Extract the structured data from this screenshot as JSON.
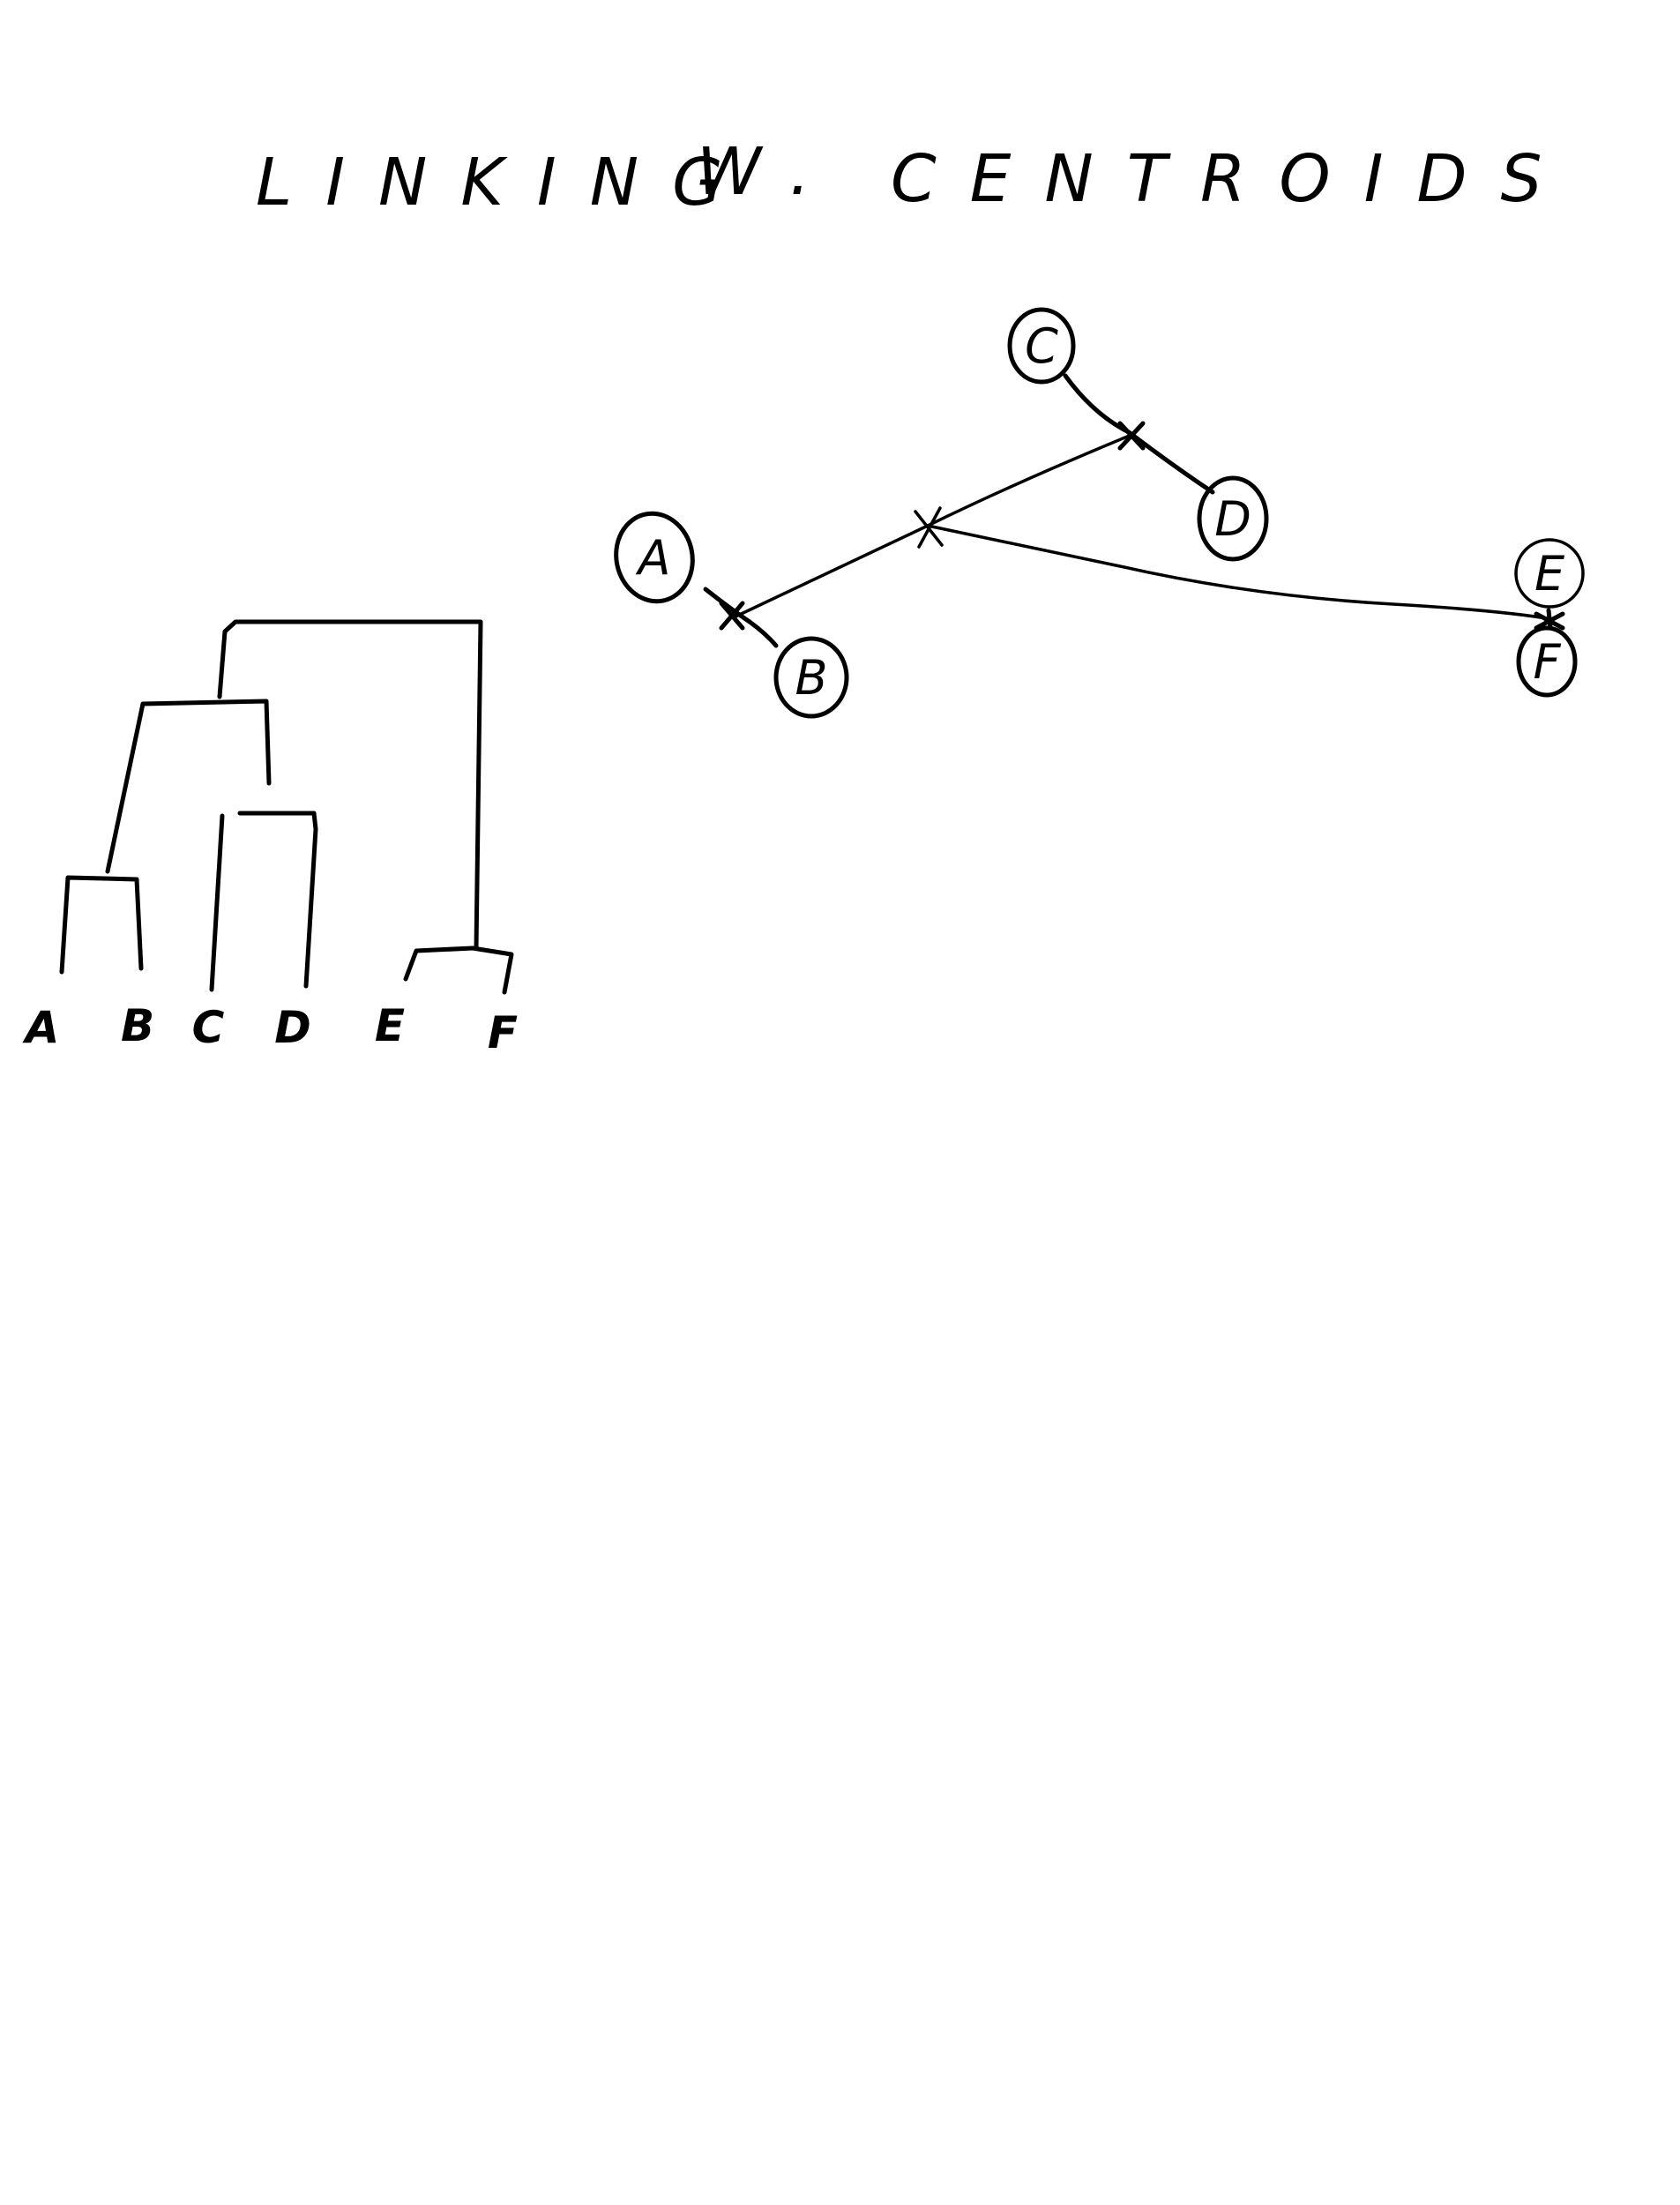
{
  "page": {
    "title_part1": "LINKING",
    "title_part2": "W.",
    "title_part3": "CENTROIDS",
    "ink_color": "#000000",
    "background_color": "#ffffff"
  },
  "graph": {
    "nodes": [
      {
        "id": "A",
        "label": "A"
      },
      {
        "id": "B",
        "label": "B"
      },
      {
        "id": "C",
        "label": "C"
      },
      {
        "id": "D",
        "label": "D"
      },
      {
        "id": "E",
        "label": "E"
      },
      {
        "id": "F",
        "label": "F"
      }
    ],
    "edges": [
      [
        "A",
        "B"
      ],
      [
        "C",
        "D"
      ],
      [
        "E",
        "F"
      ],
      [
        "centroid-AB",
        "centroid-CD"
      ],
      [
        "centroid-ABCD",
        "centroid-EF"
      ]
    ],
    "centroids": [
      "AB",
      "CD",
      "ABCD",
      "EF"
    ]
  },
  "dendrogram": {
    "leaves": [
      "A",
      "B",
      "C",
      "D",
      "E",
      "F"
    ],
    "merges": [
      [
        "A",
        "B"
      ],
      [
        "C",
        "D"
      ],
      [
        "AB",
        "CD"
      ],
      [
        "E",
        "F"
      ],
      [
        "ABCD",
        "EF"
      ]
    ]
  }
}
